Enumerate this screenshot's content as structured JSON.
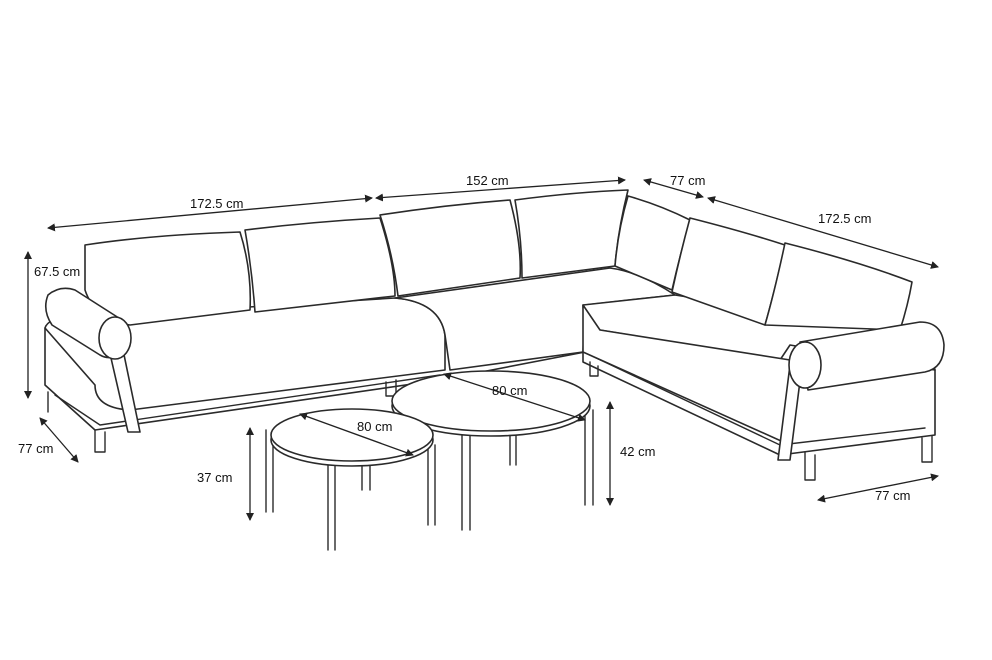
{
  "dimensions": {
    "left_width": "172.5 cm",
    "middle_width": "152 cm",
    "right_depth_top": "77 cm",
    "right_width": "172.5 cm",
    "height": "67.5 cm",
    "left_depth": "77 cm",
    "right_depth_bottom": "77 cm",
    "large_table_diameter": "80 cm",
    "small_table_diameter": "80 cm",
    "small_table_height": "37 cm",
    "large_table_height": "42 cm"
  }
}
